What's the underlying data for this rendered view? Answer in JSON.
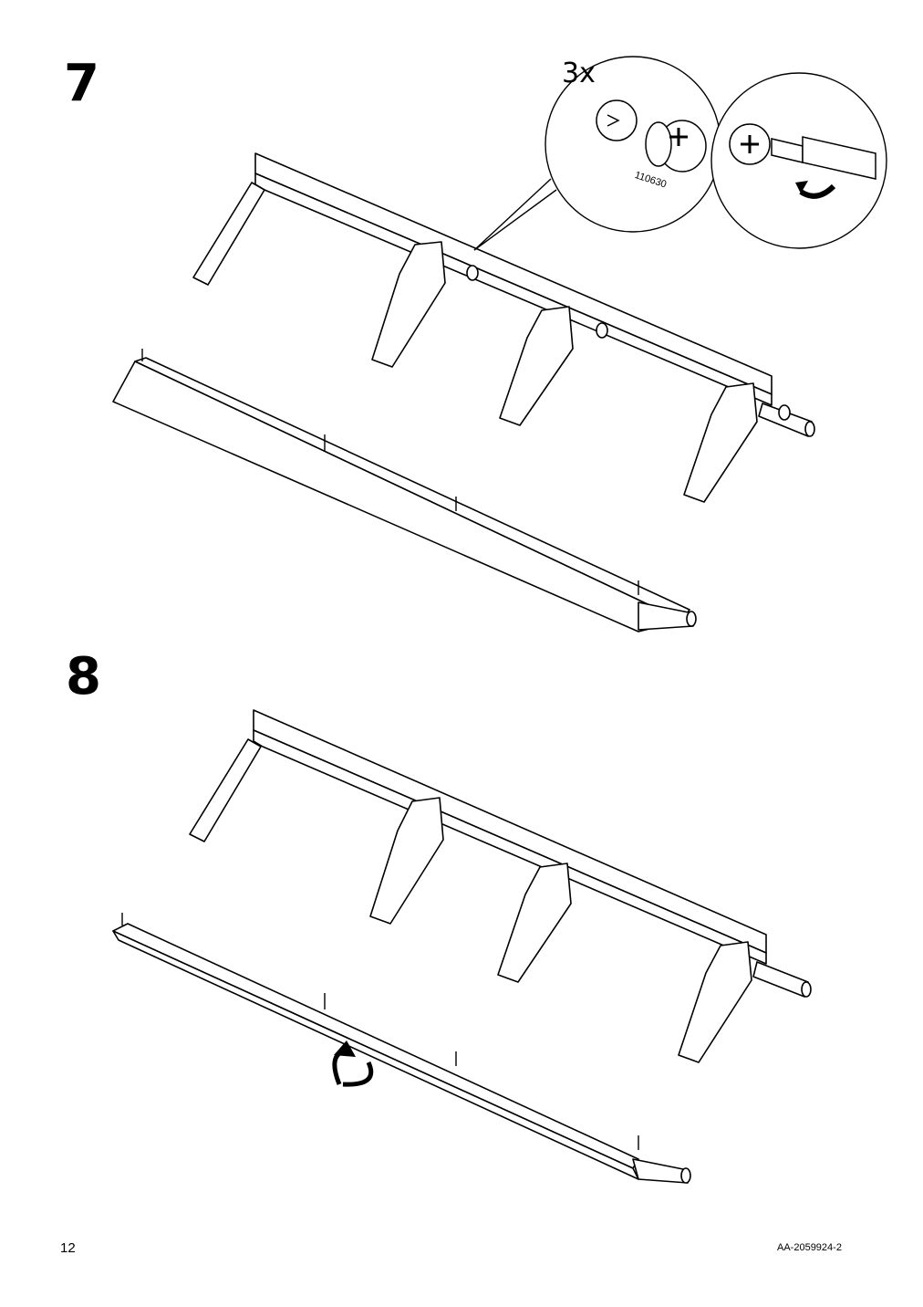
{
  "steps": [
    {
      "number": "7",
      "callout": {
        "quantity": "3x",
        "part_number": "110630"
      }
    },
    {
      "number": "8"
    }
  ],
  "footer": {
    "page_number": "12",
    "document_code": "AA-2059924-2"
  },
  "icons": [
    "cam-lock-fitting-icon",
    "screwdriver-icon",
    "rotate-arrow-icon",
    "flip-arrow-icon"
  ]
}
